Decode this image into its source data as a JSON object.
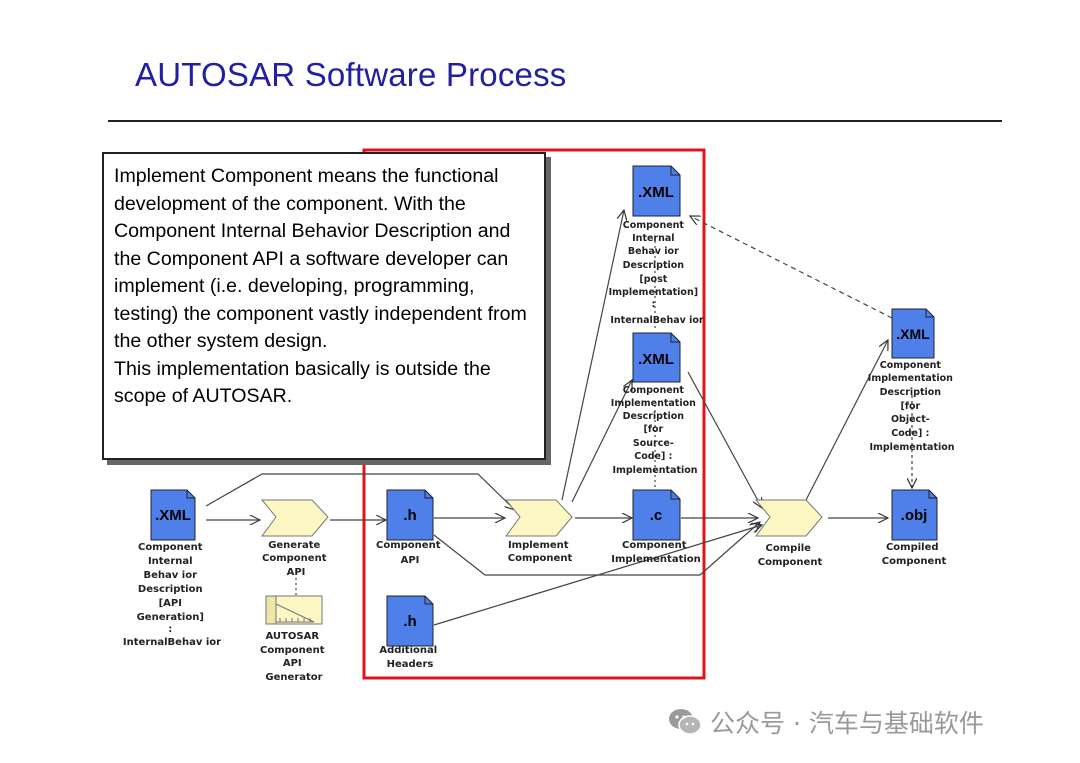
{
  "title": "AUTOSAR Software Process",
  "callout": {
    "text": "Implement Component means the functional development of the component. With the Component Internal Behavior Description and the Component API a software developer can implement (i.e. developing, programming, testing) the component vastly independent from the other system design.",
    "text2": "This implementation basically is outside the scope of AUTOSAR."
  },
  "nodes": {
    "xml_internal": {
      "tag": ".XML",
      "label": [
        "Component",
        "Internal",
        "Behav ior",
        "Description",
        "[API",
        "Generation]",
        ":",
        "InternalBehav ior"
      ]
    },
    "generate_api": {
      "label": [
        "Generate",
        "Component",
        "API"
      ]
    },
    "api_generator": {
      "label": [
        "AUTOSAR",
        "Component",
        "API",
        "Generator"
      ]
    },
    "h_component_api": {
      "tag": ".h",
      "label": [
        "Component",
        "API"
      ]
    },
    "h_additional": {
      "tag": ".h",
      "label": [
        "Additional",
        "Headers"
      ]
    },
    "implement": {
      "label": [
        "Implement",
        "Component"
      ]
    },
    "xml_post": {
      "tag": ".XML",
      "label": [
        "Component",
        "Internal",
        "Behav ior",
        "Description",
        "[post",
        "Implementation]",
        ":",
        "InternalBehav ior"
      ]
    },
    "xml_impl_src": {
      "tag": ".XML",
      "label": [
        "Component",
        "Implementation",
        "Description",
        "[for",
        "Source-",
        "Code] :",
        "Implementation"
      ]
    },
    "c_impl": {
      "tag": ".c",
      "label": [
        "Component",
        "Implementation"
      ]
    },
    "compile": {
      "label": [
        "Compile",
        "Component"
      ]
    },
    "xml_impl_obj": {
      "tag": ".XML",
      "label": [
        "Component",
        "Implementation",
        "Description",
        "[for",
        "Object-",
        "Code] :",
        "Implementation"
      ]
    },
    "obj": {
      "tag": ".obj",
      "label": [
        "Compiled",
        "Component"
      ]
    }
  },
  "colors": {
    "title": "#2020a0",
    "doc_fill": "#4f7fe8",
    "process_fill": "#fdf7c4",
    "highlight": "#e0141a"
  },
  "watermark": "公众号 · 汽车与基础软件"
}
